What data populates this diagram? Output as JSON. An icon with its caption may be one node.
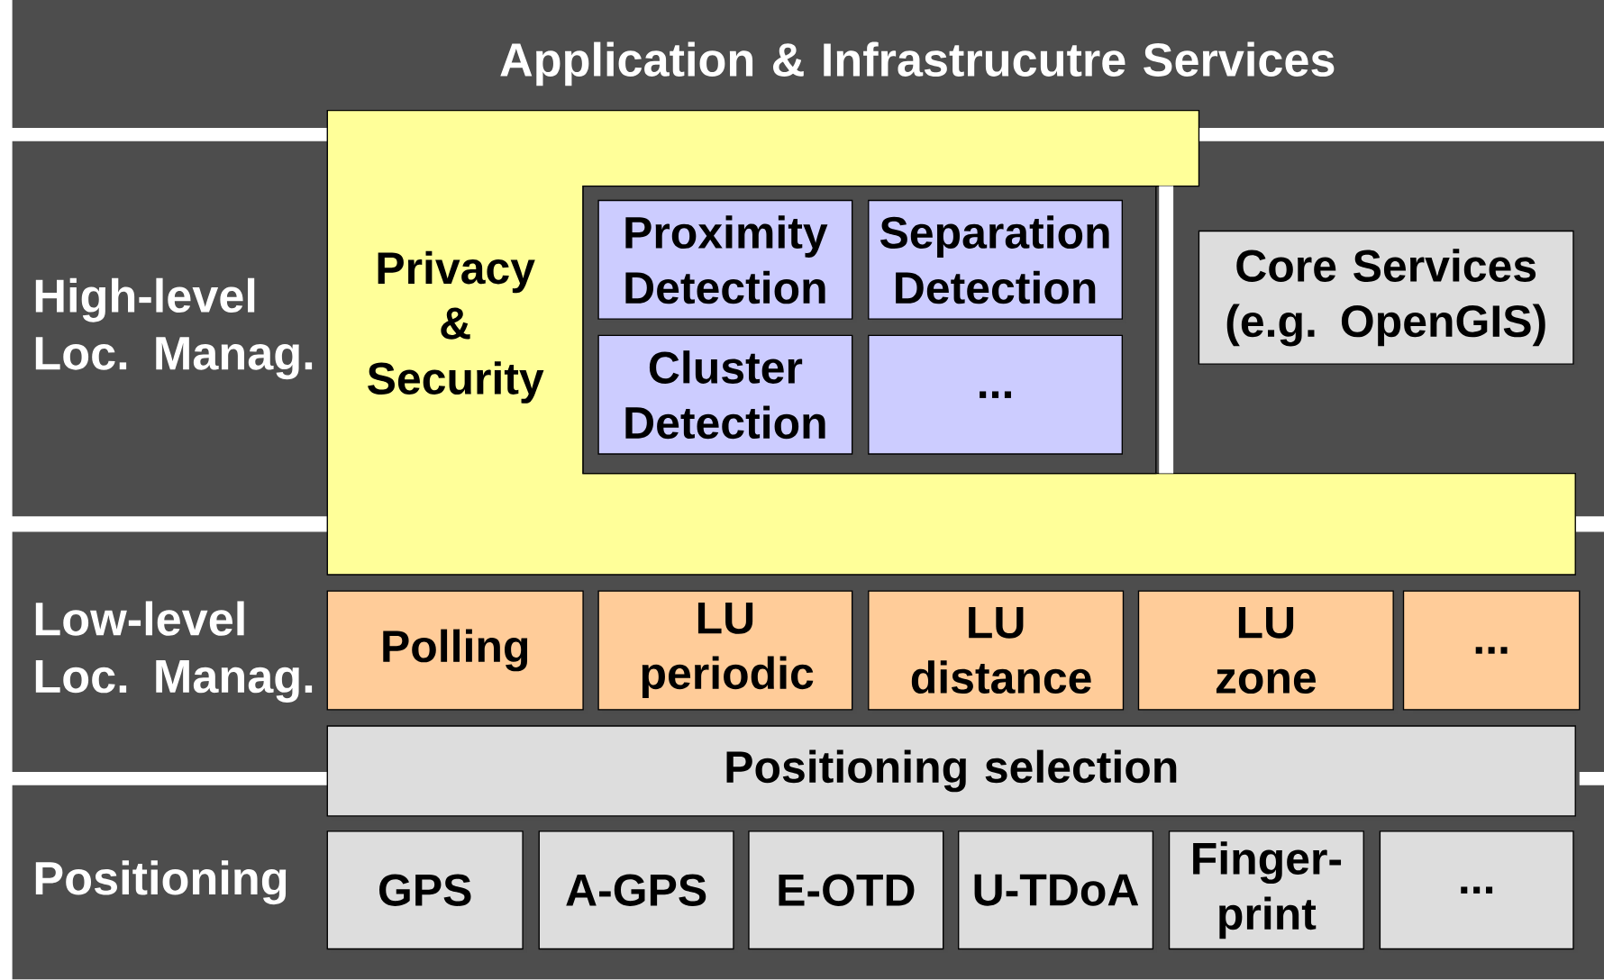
{
  "diagram": {
    "nodes": [
      {
        "text": [
          "Application & Infrastrucutre Services"
        ]
      },
      {
        "text": [
          "High-level Loc. Manag."
        ]
      },
      {
        "text": [
          "Privacy & Security"
        ]
      },
      {
        "text": [],
        "shape": "box",
        "in": 1
      },
      {
        "text": [
          "Proximity Detection"
        ],
        "in": 3
      },
      {
        "text": [
          "Separation Detection"
        ],
        "in": 3
      },
      {
        "text": [
          "Cluster Detection"
        ],
        "in": 3
      },
      {
        "text": [
          "..."
        ],
        "in": 3
      },
      {
        "text": [
          "Core Services (e.g. OpenGIS)"
        ],
        "in": 1
      },
      {
        "text": [
          "Low-level Loc. Manag."
        ]
      },
      {
        "text": [
          "Polling"
        ],
        "in": 9
      },
      {
        "text": [
          "LU periodic"
        ],
        "in": 9
      },
      {
        "text": [
          "LU distance"
        ],
        "in": 9
      },
      {
        "text": [
          "LU zone"
        ],
        "in": 9
      },
      {
        "text": [
          "..."
        ],
        "in": 9
      },
      {
        "text": [
          "Positioning selection"
        ]
      },
      {
        "text": [
          "Positioning"
        ]
      },
      {
        "text": [
          "GPS"
        ],
        "in": 16
      },
      {
        "text": [
          "A-GPS"
        ],
        "in": 16
      },
      {
        "text": [
          "E-OTD"
        ],
        "in": 16
      },
      {
        "text": [
          "U-TDoA"
        ],
        "in": 16
      },
      {
        "text": [
          "Finger-print"
        ],
        "in": 16
      },
      {
        "text": [
          "..."
        ],
        "in": 16
      }
    ]
  }
}
